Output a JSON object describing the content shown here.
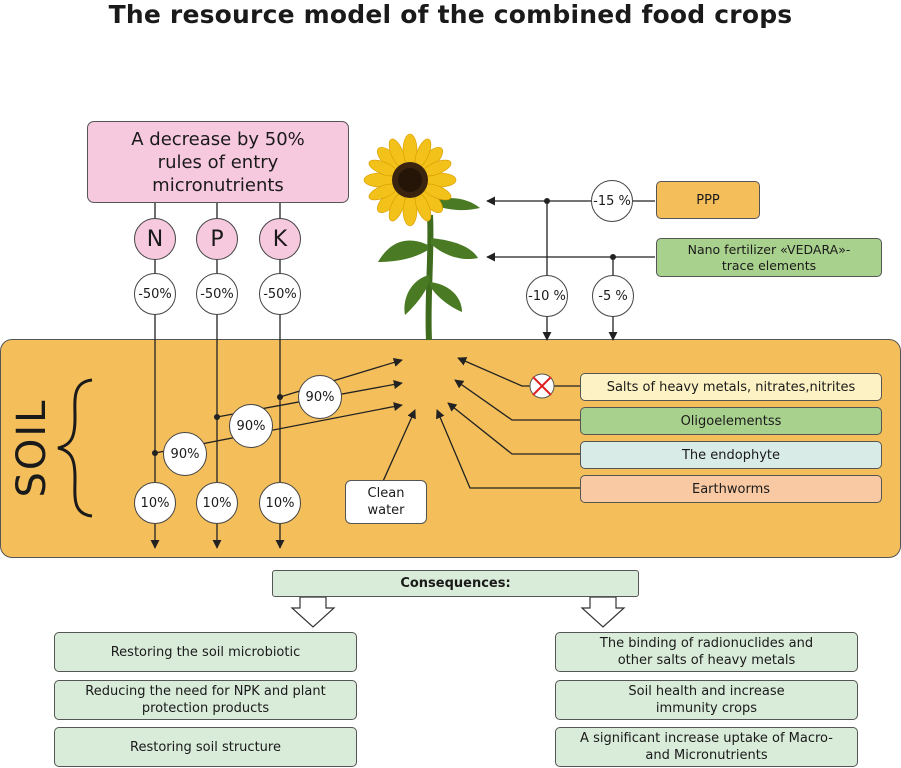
{
  "title": "The resource model of the combined food crops",
  "decrease_box": "A decrease by 50% rules of entry micronutrients",
  "nutrients": [
    {
      "letter": "N",
      "reduction": "-50%",
      "transfer": "90%",
      "remain": "10%"
    },
    {
      "letter": "P",
      "reduction": "-50%",
      "transfer": "90%",
      "remain": "10%"
    },
    {
      "letter": "K",
      "reduction": "-50%",
      "transfer": "90%",
      "remain": "10%"
    }
  ],
  "ppp": {
    "label": "PPP",
    "reduction": "-15 %"
  },
  "nano": {
    "label": "Nano fertilizer «VEDARA»- trace elements",
    "reduction": "-5 %"
  },
  "shared_reduction": "-10 %",
  "soil_label": "SOIL",
  "clean_water": "Clean water",
  "soil_factors": [
    "Salts of heavy metals, nitrates,nitrites",
    "Oligoelementss",
    "The endophyte",
    "Earthworms"
  ],
  "consequences_title": "Consequences:",
  "consequences_left": [
    "Restoring the soil microbiotic",
    "Reducing the need for NPK and plant protection products",
    "Restoring soil structure"
  ],
  "consequences_right": [
    "The binding of radionuclides and other salts of heavy metals",
    "Soil health and increase immunity crops",
    "A significant increase uptake of Macro-and Micronutrients"
  ],
  "colors": {
    "soil": "#f4bf5b",
    "pink": "#f7c9df",
    "ppp": "#f4bf5b",
    "green": "#a9d18e",
    "salts": "#fdf2c4",
    "endophyte": "#d9ebe6",
    "earthworms": "#f8c9a3",
    "consequence": "#d9ebd9"
  }
}
